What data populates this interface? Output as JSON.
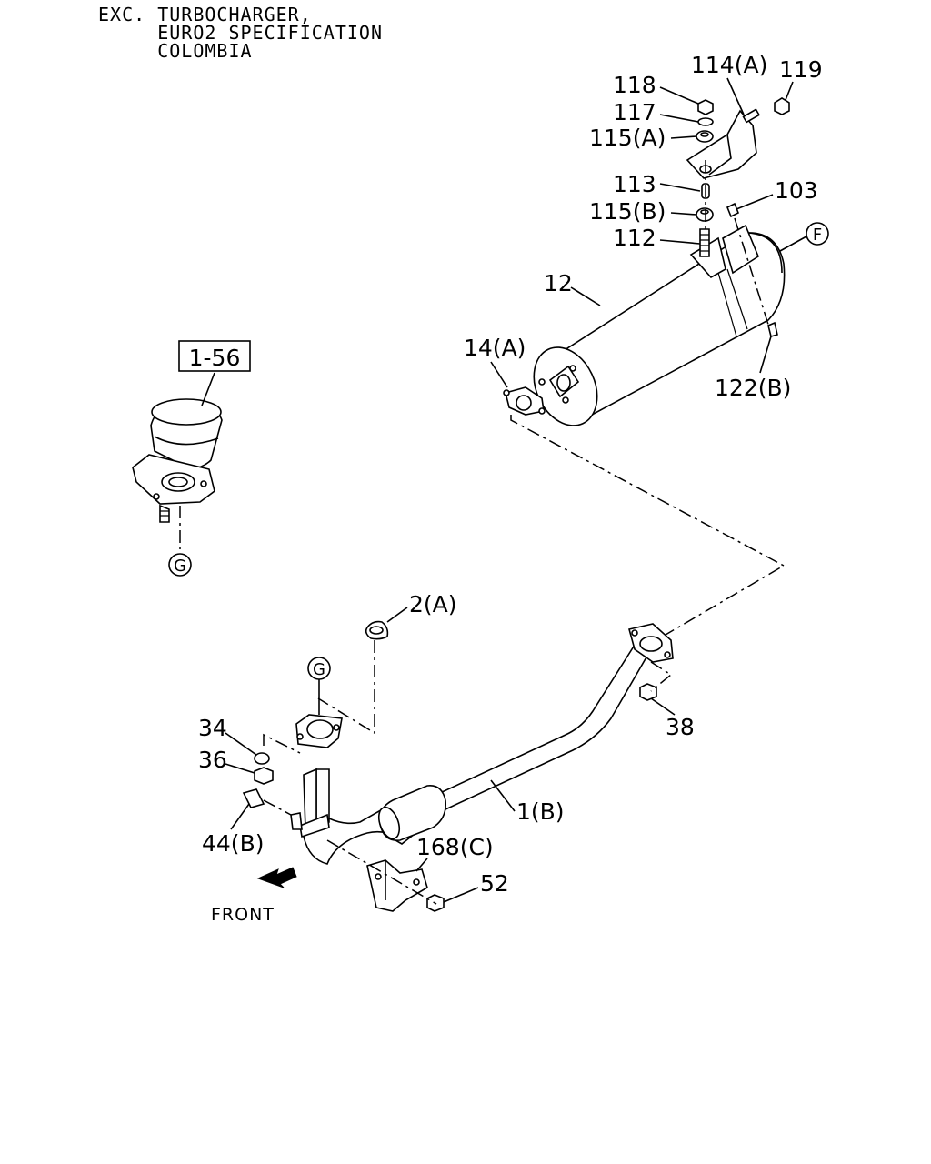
{
  "header": {
    "lines": [
      "EXC. TURBOCHARGER,",
      "     EURO2 SPECIFICATION",
      "     COLOMBIA"
    ]
  },
  "reference_box": "1-56",
  "circle_refs": {
    "f": "F",
    "g_top": "G",
    "g_bottom": "G"
  },
  "front_label": "FRONT",
  "part_labels": {
    "p114a": "114(A)",
    "p119": "119",
    "p118": "118",
    "p117": "117",
    "p115a": "115(A)",
    "p113": "113",
    "p103": "103",
    "p115b": "115(B)",
    "p112": "112",
    "p12": "12",
    "p14a": "14(A)",
    "p122b": "122(B)",
    "p2a": "2(A)",
    "p34": "34",
    "p36": "36",
    "p38": "38",
    "p1b": "1(B)",
    "p44b": "44(B)",
    "p168c": "168(C)",
    "p52": "52"
  }
}
